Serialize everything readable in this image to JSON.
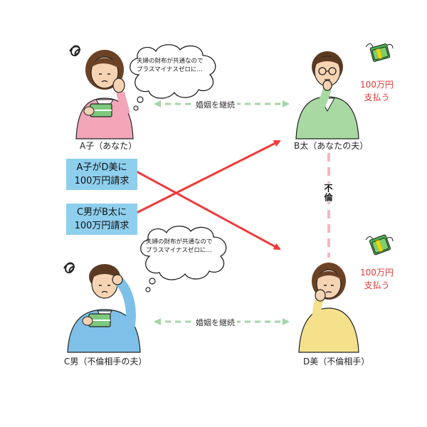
{
  "people": {
    "a": {
      "label": "A子（あなた）"
    },
    "b": {
      "label": "B太（あなたの夫）"
    },
    "c": {
      "label": "C男（不倫相手の夫）"
    },
    "d": {
      "label": "D美（不倫相手）"
    }
  },
  "payments": {
    "b": {
      "line1": "100万円",
      "line2": "支払う"
    },
    "d": {
      "line1": "100万円",
      "line2": "支払う"
    }
  },
  "claims": {
    "a_to_d": {
      "line1": "A子がD美に",
      "line2": "100万円請求"
    },
    "c_to_b": {
      "line1": "C男がB太に",
      "line2": "100万円請求"
    }
  },
  "marriage": {
    "top": "婚姻を継続",
    "bottom": "婚姻を継続"
  },
  "affair_label": "不倫",
  "thoughts": {
    "a": {
      "line1": "夫婦の財布が共通なので",
      "line2": "プラスマイナスゼロに…"
    },
    "c": {
      "line1": "夫婦の財布が共通なので",
      "line2": "プラスマイナスゼロに…"
    }
  },
  "colors": {
    "claim_arrow": "#ee3b3b",
    "marriage_arrow": "#a5d6a7",
    "affair_line": "#f4b6c2",
    "claim_box": "#8ecfee",
    "payment_text": "#e53935"
  }
}
